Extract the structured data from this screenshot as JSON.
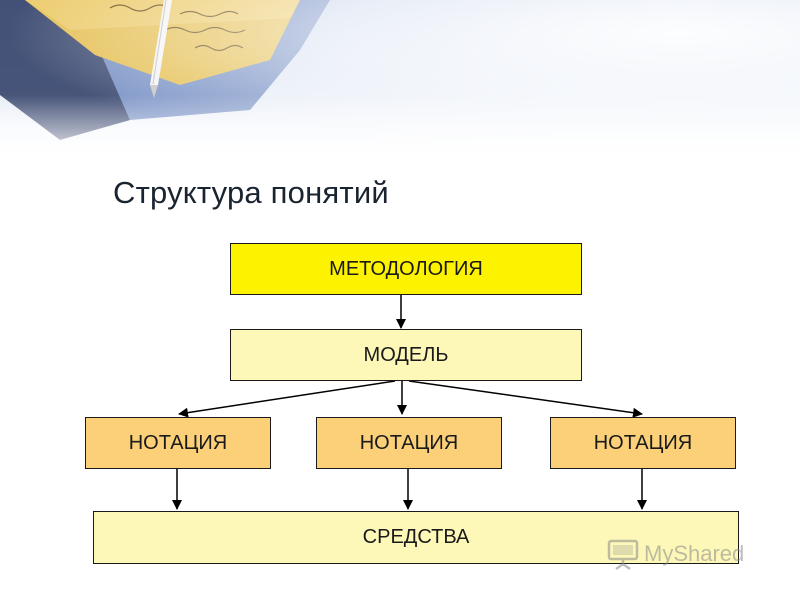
{
  "slide": {
    "title": "Структура понятий"
  },
  "diagram": {
    "methodology": "МЕТОДОЛОГИЯ",
    "model": "МОДЕЛЬ",
    "notations": [
      "НОТАЦИЯ",
      "НОТАЦИЯ",
      "НОТАЦИЯ"
    ],
    "tools": "СРЕДСТВА"
  },
  "colors": {
    "methodology_fill": "#fdf300",
    "model_fill": "#fdf8b8",
    "notation_fill": "#fbd078",
    "tools_fill": "#fdf8b8",
    "border": "#1a1a1a"
  },
  "watermark": {
    "text": "MyShared",
    "icon": "projector-screen-icon"
  },
  "banner": {
    "icon": "notebook-and-pen-photo"
  }
}
